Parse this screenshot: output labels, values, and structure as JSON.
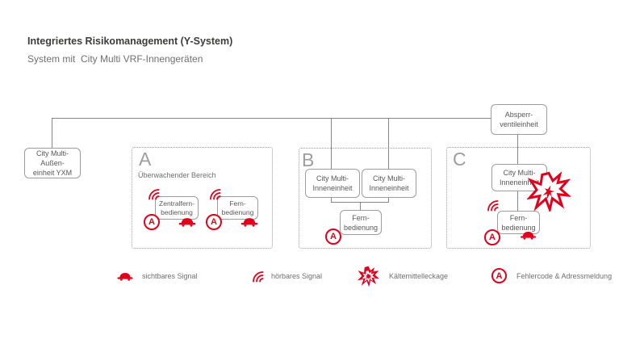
{
  "page": {
    "title": "Integriertes Risikomanagement (Y-System)",
    "subtitle": "System mit  City Multi VRF-Innengeräten"
  },
  "nodes": {
    "outdoor_unit": {
      "line1": "City Multi-Außen-",
      "line2": "einheit YXM"
    },
    "shutoff_valve_unit": {
      "line1": "Absperr-",
      "line2": "ventileinheit"
    },
    "indoor_unit": {
      "line1": "City Multi-",
      "line2": "Inneneinheit"
    },
    "central_remote_control": {
      "line1": "Zentralfern-",
      "line2": "bedienung"
    },
    "remote_control": {
      "line1": "Fern-",
      "line2": "bedienung"
    }
  },
  "sections": {
    "a": {
      "letter": "A",
      "caption": "Überwachender Bereich"
    },
    "b": {
      "letter": "B"
    },
    "c": {
      "letter": "C"
    }
  },
  "badge": {
    "letter": "A"
  },
  "legend": {
    "items": [
      {
        "icon": "beacon-lamp-icon",
        "label": "sichtbares Signal"
      },
      {
        "icon": "sound-waves-icon",
        "label": "hörbares Signal"
      },
      {
        "icon": "leak-starburst-icon",
        "label": "Kältemittelleckage"
      },
      {
        "icon": "error-code-badge-icon",
        "label": "Fehlercode & Adressmeldung"
      }
    ]
  },
  "colors": {
    "accent_red": "#e2001a",
    "box_border": "#9d9d9c",
    "box_text": "#575756",
    "connector_line": "#868686",
    "title_text": "#3c3c3b",
    "subtitle_text": "#706f6f",
    "section_letter": "#9d9d9c"
  }
}
